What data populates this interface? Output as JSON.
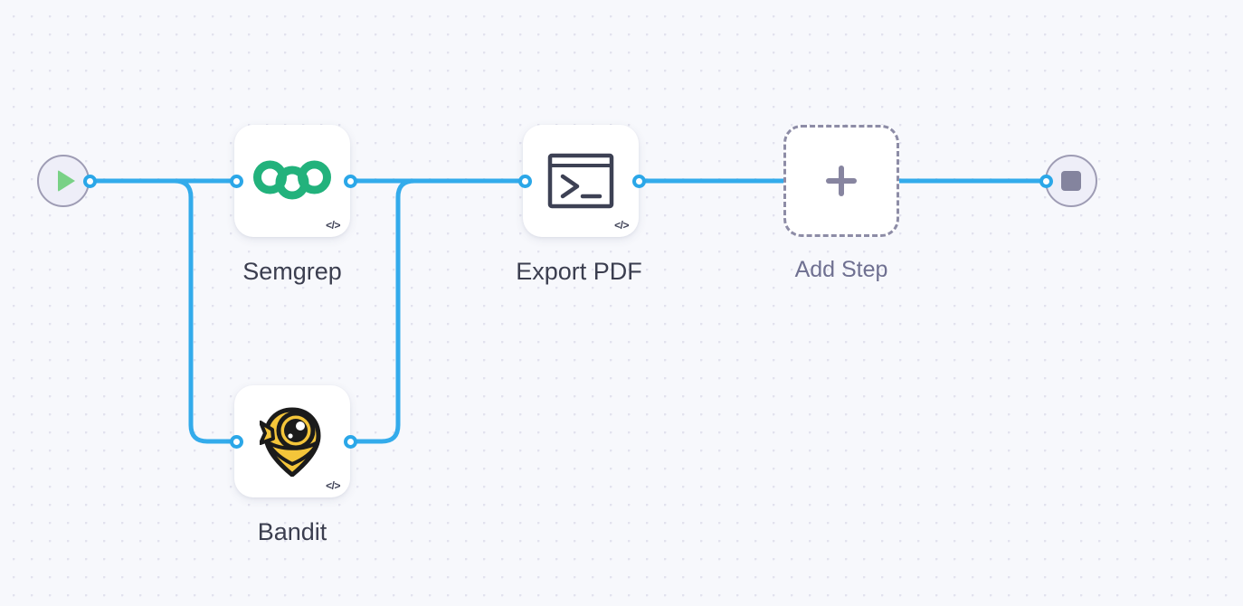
{
  "canvas": {
    "background_color": "#f7f8fc",
    "grid_dot_color": "#e2e2ee",
    "edge_color": "#33abeb",
    "port_color": "#2ba7e8"
  },
  "start_node": {
    "name": "start",
    "icon": "play-icon",
    "icon_color": "#79d186",
    "fill": "#eeeef8",
    "border": "#9e9cb4"
  },
  "end_node": {
    "name": "end",
    "icon": "stop-icon",
    "icon_color": "#84849e",
    "fill": "#eeeef8",
    "border": "#9e9cb4"
  },
  "steps": [
    {
      "id": "semgrep",
      "label": "Semgrep",
      "icon": "semgrep-logo-icon",
      "icon_color": "#22b27c",
      "badge": "</>"
    },
    {
      "id": "bandit",
      "label": "Bandit",
      "icon": "bandit-logo-icon",
      "icon_color": "#f5c game",
      "badge": "</>"
    },
    {
      "id": "export-pdf",
      "label": "Export PDF",
      "icon": "terminal-icon",
      "icon_color": "#3d4154",
      "badge": "</>"
    }
  ],
  "add_step": {
    "label": "Add Step",
    "icon": "plus-icon",
    "border_color": "#8d8ca6"
  }
}
